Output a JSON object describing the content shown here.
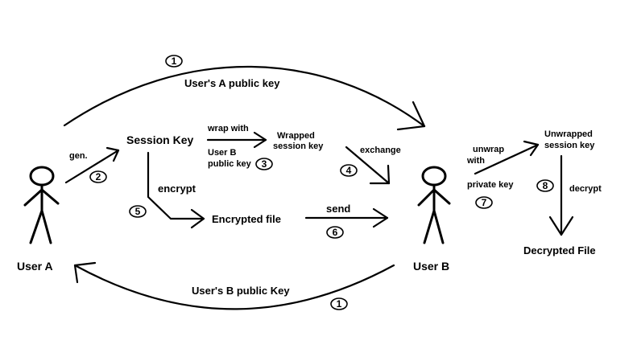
{
  "actors": {
    "user_a": "User A",
    "user_b": "User B"
  },
  "nodes": {
    "session_key": "Session Key",
    "wrapped_line1": "Wrapped",
    "wrapped_line2": "session key",
    "encrypted_file": "Encrypted file",
    "unwrapped_line1": "Unwrapped",
    "unwrapped_line2": "session key",
    "decrypted_file": "Decrypted File"
  },
  "labels": {
    "user_a_public_key": "User's A public key",
    "user_b_public_key": "User's B public Key",
    "gen": "gen.",
    "wrap_with": "wrap with",
    "user_b_line1": "User B",
    "user_b_line2": "public key",
    "exchange": "exchange",
    "encrypt": "encrypt",
    "send": "send",
    "unwrap_line1": "unwrap",
    "unwrap_line2": "with",
    "private_key": "private key",
    "decrypt": "decrypt"
  },
  "steps": {
    "s1_top": "1",
    "s1_bottom": "1",
    "s2": "2",
    "s3": "3",
    "s4": "4",
    "s5": "5",
    "s6": "6",
    "s7": "7",
    "s8": "8"
  }
}
